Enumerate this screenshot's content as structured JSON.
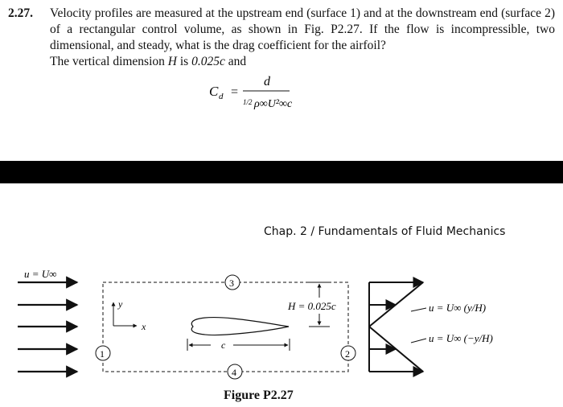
{
  "problem": {
    "number": "2.27.",
    "line1": "Velocity profiles are measured at the upstream end (surface 1) and at the downstream end (surface 2) of a rectangular control volume, as shown in Fig. P2.27. If the flow is incompressible, two dimensional, and steady, what is the drag coefficient for the airfoil?",
    "line2_a": "The vertical dimension ",
    "line2_H": "H",
    "line2_b": " is ",
    "line2_val": "0.025c",
    "line2_c": " and"
  },
  "formula": {
    "lhs": "C",
    "lhs_sub": "d",
    "eq": "=",
    "numerator": "d",
    "denom_text": "ρ∞U²∞c",
    "half": "1/2"
  },
  "header_band": {
    "color": "#000000"
  },
  "chapter_header": "Chap. 2 / Fundamentals of Fluid Mechanics",
  "figure": {
    "inflow_label": "u = U∞",
    "surface_labels": [
      "1",
      "2",
      "3",
      "4"
    ],
    "axis_y": "y",
    "axis_x": "x",
    "chord_label": "c",
    "height_label": "H = 0.025c",
    "profile_upper": "u = U∞ (y/H)",
    "profile_lower": "u = U∞ (−y/H)",
    "caption": "Figure P2.27"
  }
}
